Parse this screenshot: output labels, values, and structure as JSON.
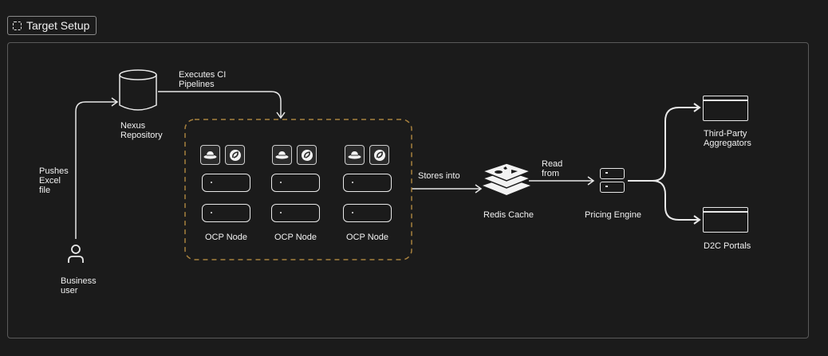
{
  "header": {
    "title": "Target Setup"
  },
  "nodes": {
    "nexus": {
      "label": "Nexus\nRepository"
    },
    "business_user": {
      "label": "Business\nuser"
    },
    "ocp": [
      {
        "label": "OCP Node"
      },
      {
        "label": "OCP Node"
      },
      {
        "label": "OCP Node"
      }
    ],
    "redis": {
      "label": "Redis Cache"
    },
    "pricing": {
      "label": "Pricing Engine"
    },
    "aggregators": {
      "label": "Third-Party\nAggregators"
    },
    "d2c": {
      "label": "D2C Portals"
    }
  },
  "edges": {
    "pushes": "Pushes\nExcel\nfile",
    "executes": "Executes CI\nPipelines",
    "stores": "Stores into",
    "read": "Read\nfrom"
  },
  "icons": {
    "title": "frame-icon",
    "nexus": "database-icon",
    "user": "user-icon",
    "redhat": "redhat-icon",
    "spring": "spring-icon",
    "redis": "redis-icon",
    "pricing": "server-icon",
    "portal": "browser-window-icon"
  },
  "colors": {
    "background": "#1b1b1b",
    "cluster_border": "#a8813e",
    "stroke": "#e8e8e8"
  }
}
